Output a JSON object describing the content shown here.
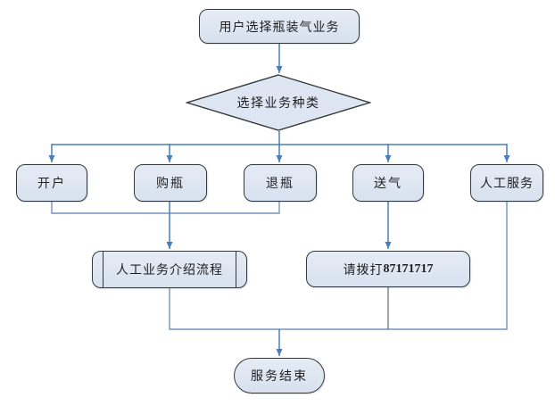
{
  "colors": {
    "node_fill_top": "#e6ecf6",
    "node_fill_bottom": "#d7e1ef",
    "node_border": "#35383a",
    "text": "#1f1f1f",
    "arrow_blue": "#4a7ebb",
    "line_blue": "#7592be",
    "line_gray": "#68727e"
  },
  "flowchart": {
    "start": {
      "label": "用户选择瓶装气业务"
    },
    "decision": {
      "label": "选择业务种类"
    },
    "branches": [
      {
        "label": "开户"
      },
      {
        "label": "购瓶"
      },
      {
        "label": "退瓶"
      },
      {
        "label": "送气"
      },
      {
        "label": "人工服务"
      }
    ],
    "intro_process": {
      "label": "人工业务介绍流程"
    },
    "call": {
      "prefix": "请拨打",
      "phone": "87171717"
    },
    "end": {
      "label": "服务结束"
    }
  }
}
